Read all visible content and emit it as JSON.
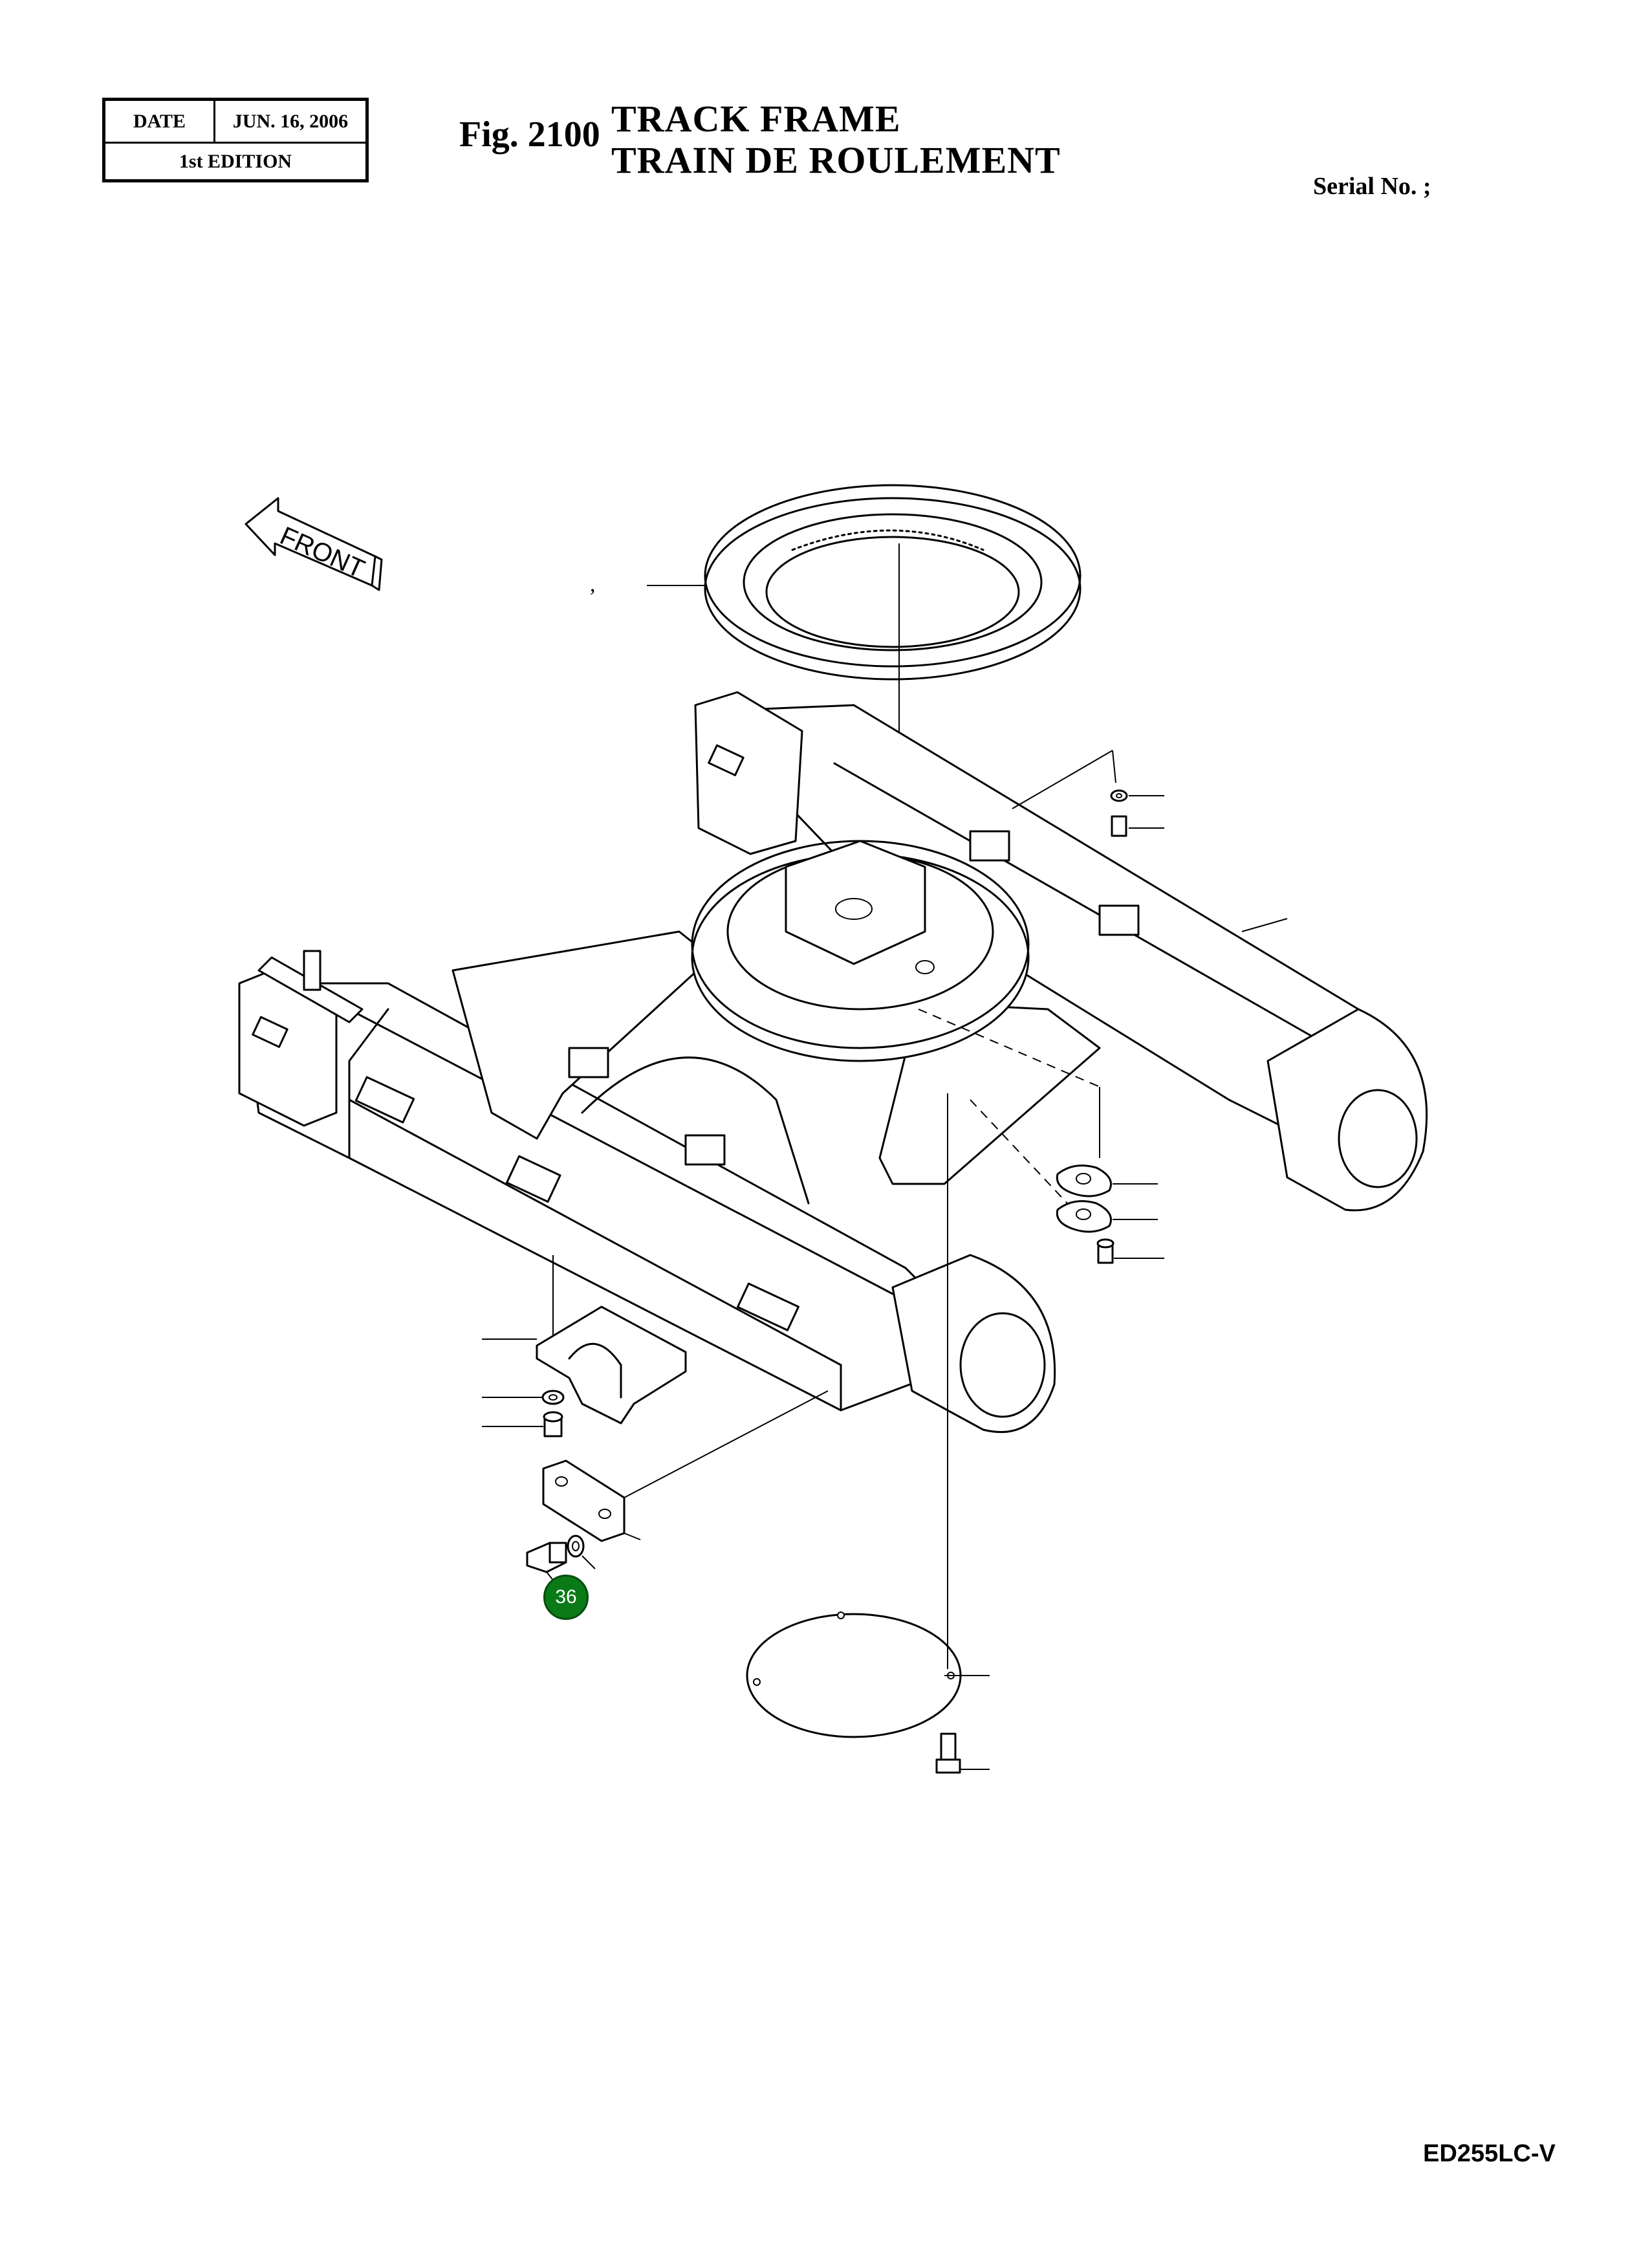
{
  "header": {
    "date_label": "DATE",
    "date_value": "JUN. 16, 2006",
    "edition": "1st EDITION",
    "fig_number": "Fig. 2100",
    "title_en": "TRACK  FRAME",
    "title_fr": "TRAIN  DE  ROULEMENT",
    "serial_label": "Serial No. ;"
  },
  "drawing": {
    "front_label": "FRONT",
    "callout_tick": ",",
    "reference_badge": "36",
    "reference_badge_color": "#0a7a16"
  },
  "footer": {
    "model": "ED255LC-V"
  }
}
